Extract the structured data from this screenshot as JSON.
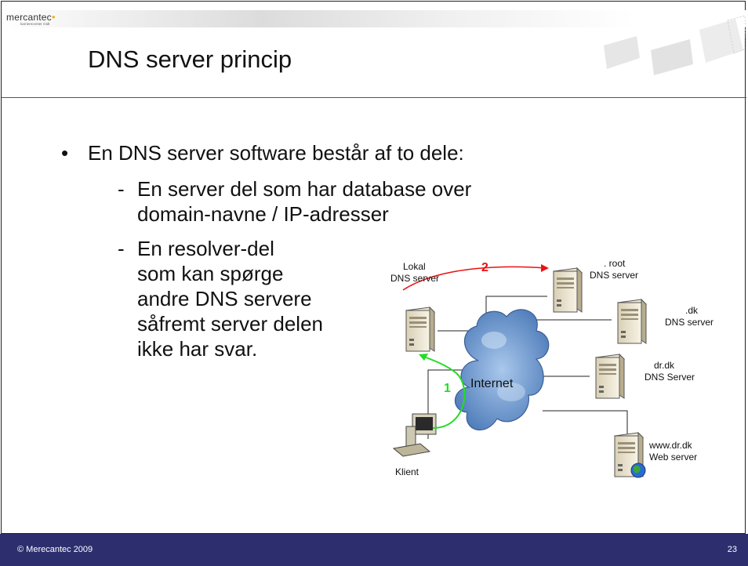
{
  "header": {
    "logo_text": "mercantec",
    "logo_subtext": "karrierecenter midt"
  },
  "slide": {
    "title": "DNS server princip",
    "bullet": "En DNS server software består af to dele:",
    "sub_items": [
      {
        "dash": "-",
        "lines": [
          "En server del som har database over",
          "domain-navne / IP-adresser"
        ]
      },
      {
        "dash": "-",
        "lines": [
          "En resolver-del",
          "som kan spørge",
          "andre DNS servere",
          "såfremt server delen",
          "ikke har svar."
        ]
      }
    ]
  },
  "diagram": {
    "local_server": [
      "Lokal",
      "DNS server"
    ],
    "root_server": [
      ". root",
      "DNS server"
    ],
    "dk_server": [
      ".dk",
      "DNS server"
    ],
    "drdk_server": [
      "dr.dk",
      "DNS Server"
    ],
    "web_server": [
      "www.dr.dk",
      "Web server"
    ],
    "client": "Klient",
    "cloud": "Internet",
    "step1": "1",
    "step2": "2",
    "colors": {
      "step1": "#22dd22",
      "step2": "#ee1111",
      "cloud": "#7ba4d6"
    }
  },
  "footer": {
    "copyright": "© Merecantec 2009",
    "page_number": "23"
  },
  "icons": [
    "server-icon",
    "computer-icon",
    "globe-icon",
    "cloud-shape"
  ]
}
